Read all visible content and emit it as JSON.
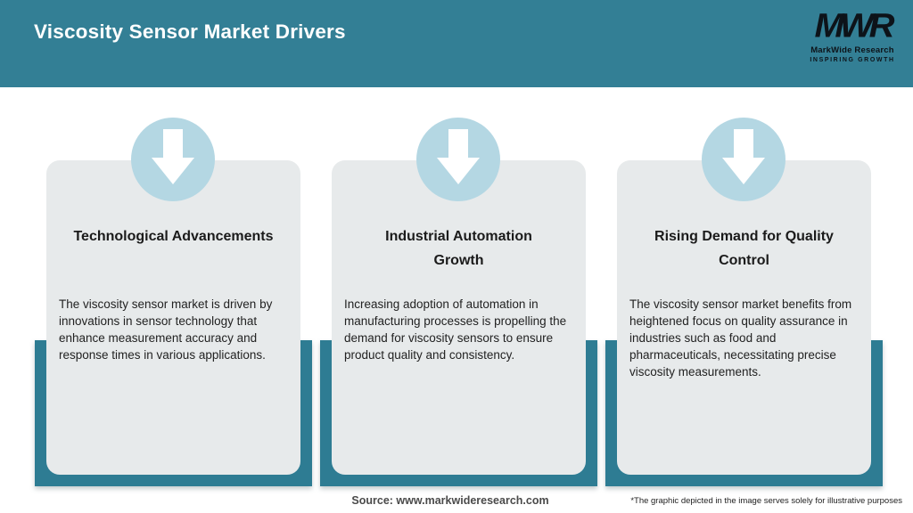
{
  "header": {
    "title": "Viscosity Sensor Market Drivers",
    "logo": {
      "monogram": "MWR",
      "name": "MarkWide Research",
      "tagline": "INSPIRING GROWTH"
    }
  },
  "colors": {
    "header_teal": "#337F95",
    "panel_teal": "#2E7C93",
    "card_gray": "#E7EAEB",
    "circle_blue": "#B4D7E3",
    "arrow": "#FFFFFF",
    "title_text": "#FFFFFF",
    "body_text": "#222222"
  },
  "icons": {
    "down-arrow-icon": "⬇"
  },
  "cards": [
    {
      "icon": "down-arrow-icon",
      "title_lines": [
        "Technological Advancements",
        ""
      ],
      "body": "The viscosity sensor market is driven by innovations in sensor technology that enhance measurement accuracy and response times in various applications."
    },
    {
      "icon": "down-arrow-icon",
      "title_lines": [
        "Industrial Automation",
        "Growth"
      ],
      "body": "Increasing adoption of automation in manufacturing processes is propelling the demand for viscosity sensors to ensure product quality and consistency."
    },
    {
      "icon": "down-arrow-icon",
      "title_lines": [
        "Rising Demand for Quality",
        "Control"
      ],
      "body": "The viscosity sensor market benefits from heightened focus on quality assurance in industries such as food and pharmaceuticals, necessitating precise viscosity measurements."
    }
  ],
  "footer": {
    "source": "Source: www.markwideresearch.com",
    "disclaimer": "*The graphic depicted in the image serves solely for illustrative purposes"
  }
}
